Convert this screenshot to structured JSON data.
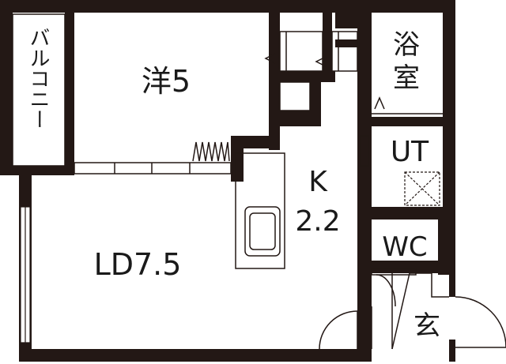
{
  "floor_plan": {
    "rooms": {
      "balcony": "バルコニー",
      "western_room": "洋5",
      "bath": "浴室",
      "utility": "UT",
      "kitchen_name": "K",
      "kitchen_size": "2.2",
      "toilet": "WC",
      "living_dining": "LD7.5",
      "entrance": "玄"
    },
    "colors": {
      "wall": "#231815",
      "fixture": "#4a4a4a",
      "background": "#ffffff"
    }
  }
}
